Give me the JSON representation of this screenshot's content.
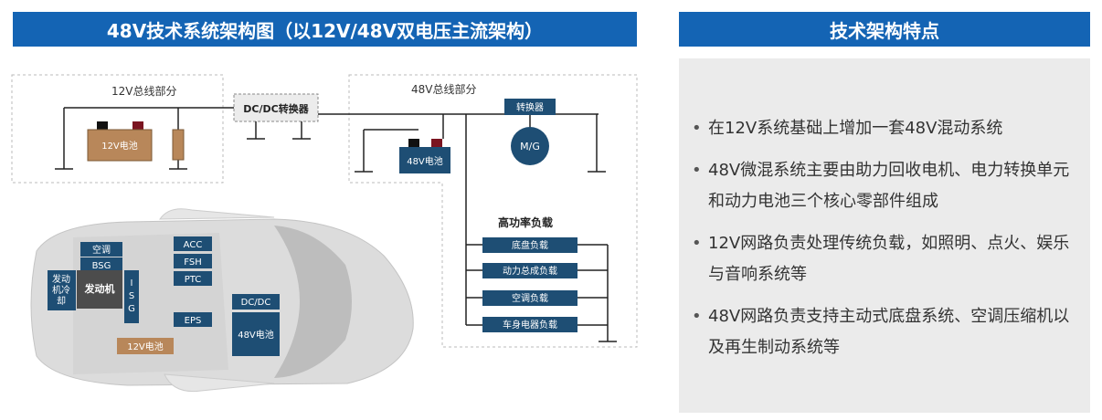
{
  "left_title": "48V技术系统架构图（以12V/48V双电压主流架构）",
  "right_title": "技术架构特点",
  "diagram": {
    "section_12v": "12V总线部分",
    "section_48v": "48V总线部分",
    "dcdc_converter": "DC/DC转换器",
    "battery_12v": "12V电池",
    "battery_48v": "48V电池",
    "converter": "转换器",
    "motor_generator": "M/G",
    "high_power_loads": "高功率负载",
    "loads": [
      "底盘负载",
      "动力总成负载",
      "空调负载",
      "车身电器负载"
    ],
    "car": {
      "ac": "空调",
      "bsg": "BSG",
      "engine_cooling": [
        "发动",
        "机冷",
        "却"
      ],
      "engine": "发动机",
      "isg": [
        "I",
        "S",
        "G"
      ],
      "acc": "ACC",
      "fsh": "FSH",
      "ptc": "PTC",
      "eps": "EPS",
      "dcdc": "DC/DC",
      "battery_48v": "48V电池",
      "battery_12v": "12V电池"
    }
  },
  "features": [
    "在12V系统基础上增加一套48V混动系统",
    "48V微混系统主要由助力回收电机、电力转换单元和动力电池三个核心零部件组成",
    "12V网路负责处理传统负载，如照明、点火、娱乐与音响系统等",
    "48V网路负责支持主动式底盘系统、空调压缩机以及再生制动系统等"
  ],
  "colors": {
    "banner": "#1464b4",
    "label_box": "#1e4e74",
    "battery": "#b8875a",
    "panel": "#ebebeb"
  }
}
